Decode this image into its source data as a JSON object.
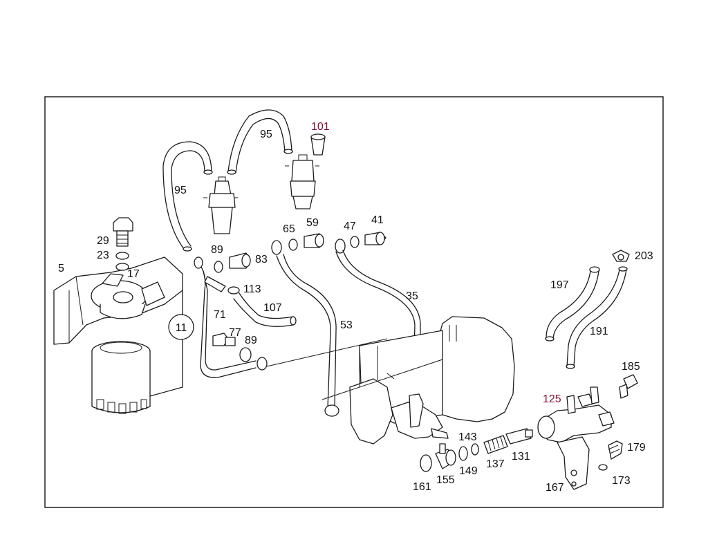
{
  "diagram": {
    "callout": "11",
    "labels": {
      "p5": "5",
      "p11": "11",
      "p17": "17",
      "p23": "23",
      "p29": "29",
      "p35": "35",
      "p41": "41",
      "p47": "47",
      "p53": "53",
      "p59": "59",
      "p65": "65",
      "p71": "71",
      "p77": "77",
      "p83": "83",
      "p89a": "89",
      "p89b": "89",
      "p95a": "95",
      "p95b": "95",
      "p101": "101",
      "p107": "107",
      "p113": "113",
      "p125": "125",
      "p131": "131",
      "p137": "137",
      "p143": "143",
      "p149": "149",
      "p155": "155",
      "p161": "161",
      "p167": "167",
      "p173": "173",
      "p179": "179",
      "p185": "185",
      "p191": "191",
      "p197": "197",
      "p203": "203"
    }
  }
}
